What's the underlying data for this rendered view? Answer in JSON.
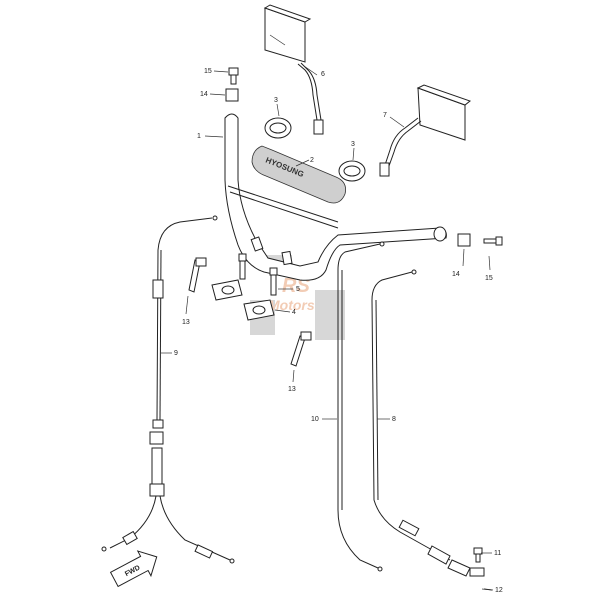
{
  "diagram": {
    "callouts": [
      {
        "id": "15a",
        "text": "15"
      },
      {
        "id": "14a",
        "text": "14"
      },
      {
        "id": "6",
        "text": "6"
      },
      {
        "id": "3a",
        "text": "3"
      },
      {
        "id": "1",
        "text": "1"
      },
      {
        "id": "2",
        "text": "2"
      },
      {
        "id": "3b",
        "text": "3"
      },
      {
        "id": "7",
        "text": "7"
      },
      {
        "id": "14b",
        "text": "14"
      },
      {
        "id": "15b",
        "text": "15"
      },
      {
        "id": "5",
        "text": "5"
      },
      {
        "id": "4",
        "text": "4"
      },
      {
        "id": "13a",
        "text": "13"
      },
      {
        "id": "13b",
        "text": "13"
      },
      {
        "id": "9",
        "text": "9"
      },
      {
        "id": "10",
        "text": "10"
      },
      {
        "id": "8",
        "text": "8"
      },
      {
        "id": "11",
        "text": "11"
      },
      {
        "id": "12",
        "text": "12"
      }
    ],
    "grip_text": "HYOSUNG",
    "fwd_text": "FWD",
    "watermark": {
      "line1": "RS",
      "line2": "Motors"
    },
    "colors": {
      "watermark": "#e8a37a",
      "watermark_grey": "#b7b7b7",
      "ink": "#222222"
    }
  }
}
